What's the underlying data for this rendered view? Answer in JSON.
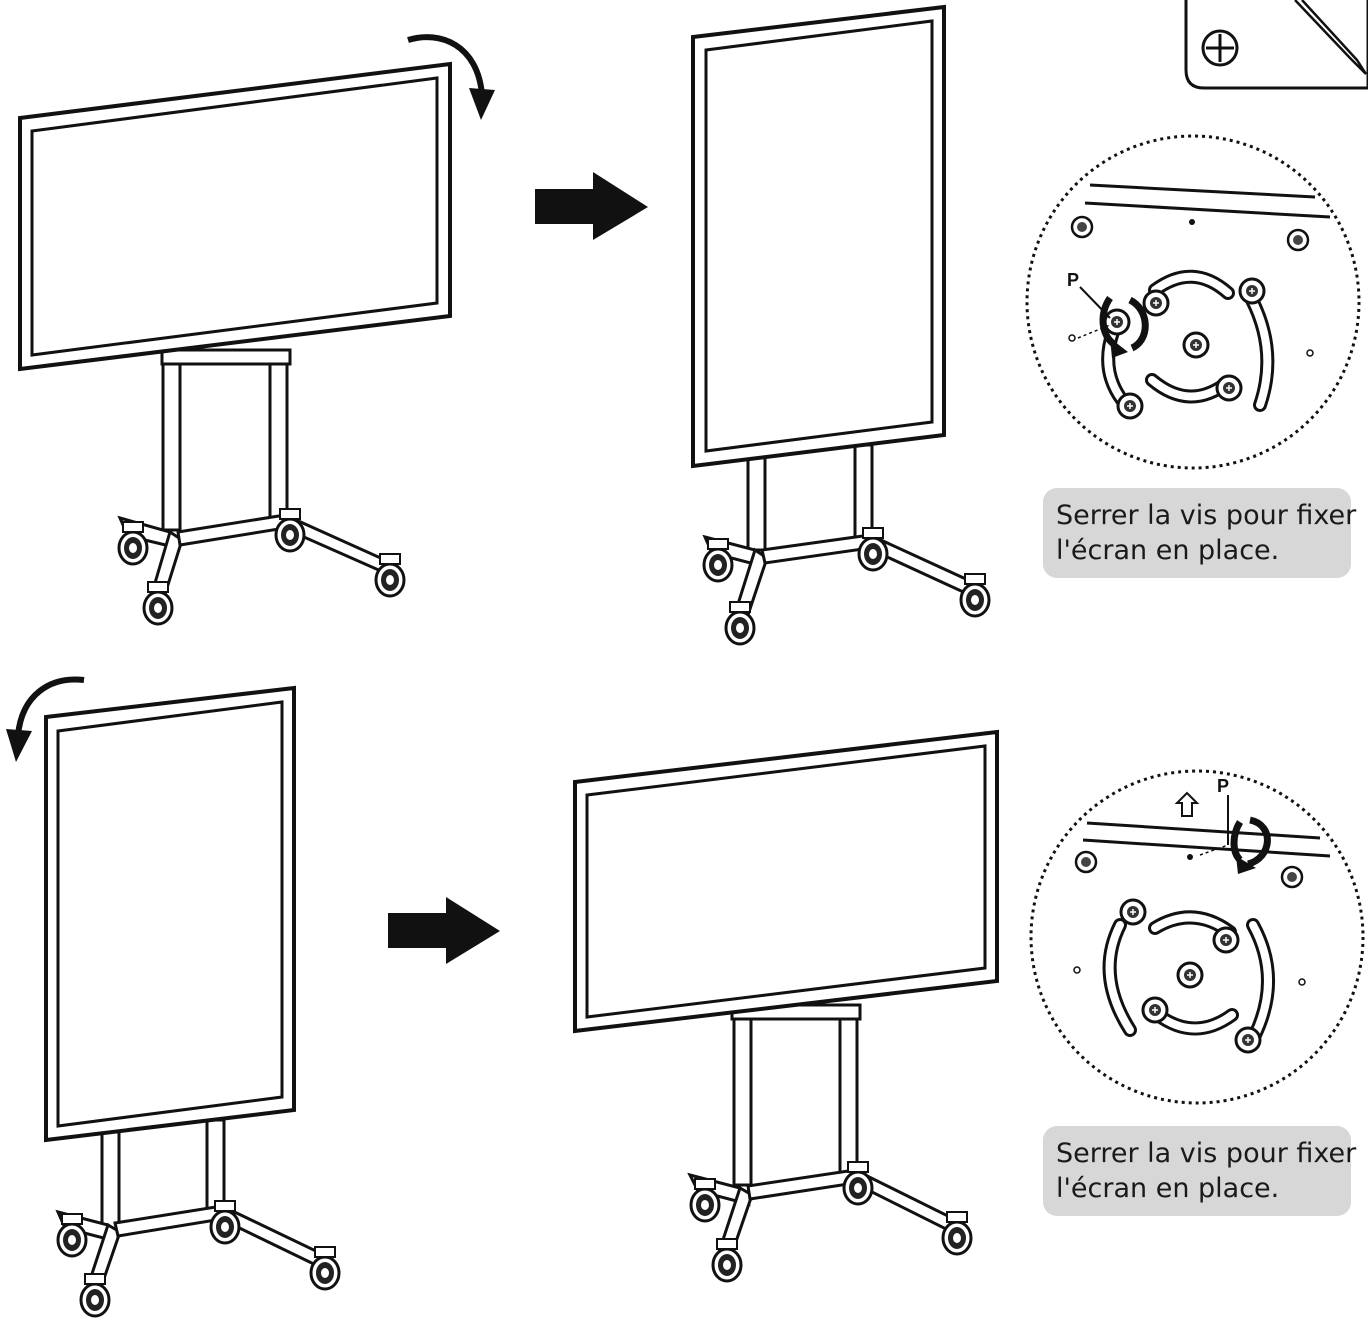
{
  "steps": [
    {
      "caption_lines": [
        "Serrer la vis pour fixer",
        "l'écran en place."
      ],
      "detail_label": "P"
    },
    {
      "caption_lines": [
        "Serrer la vis pour fixer",
        "l'écran en place."
      ],
      "detail_label": "P"
    }
  ],
  "icons": [
    "phillips-screwdriver-icon",
    "rotate-clockwise-icon",
    "rotate-counterclockwise-icon",
    "arrow-right-icon",
    "arrow-up-icon",
    "tighten-screw-icon"
  ],
  "colors": {
    "line": "#111111",
    "caption_bg": "#d7d7d7"
  }
}
